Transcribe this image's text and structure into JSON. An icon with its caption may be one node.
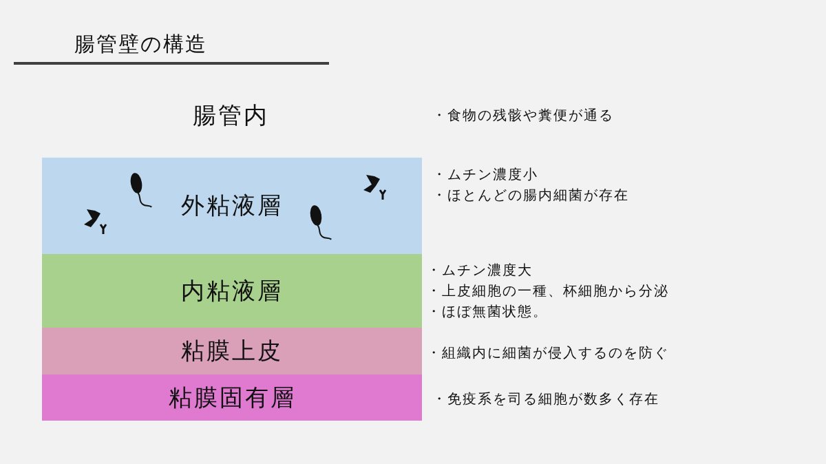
{
  "diagram": {
    "title": "腸管壁の構造",
    "nodes": [
      {
        "text": [
          "外粘液層"
        ],
        "beside": [
          "・ムチン濃度小",
          "・ほとんどの腸内細菌が存在"
        ]
      },
      {
        "text": [
          "内粘液層"
        ],
        "beside": [
          "・ムチン濃度大",
          "・上皮細胞の一種、杯細胞から分泌",
          "・ほぼ無菌状態。"
        ]
      },
      {
        "text": [
          "粘膜上皮"
        ],
        "beside": [
          "・組織内に細菌が侵入するのを防ぐ"
        ]
      },
      {
        "text": [
          "粘膜固有層"
        ],
        "beside": [
          "・免疫系を司る細胞が数多く存在"
        ]
      }
    ],
    "labels": [
      "腸管内",
      "・食物の残骸や糞便が通る"
    ]
  }
}
